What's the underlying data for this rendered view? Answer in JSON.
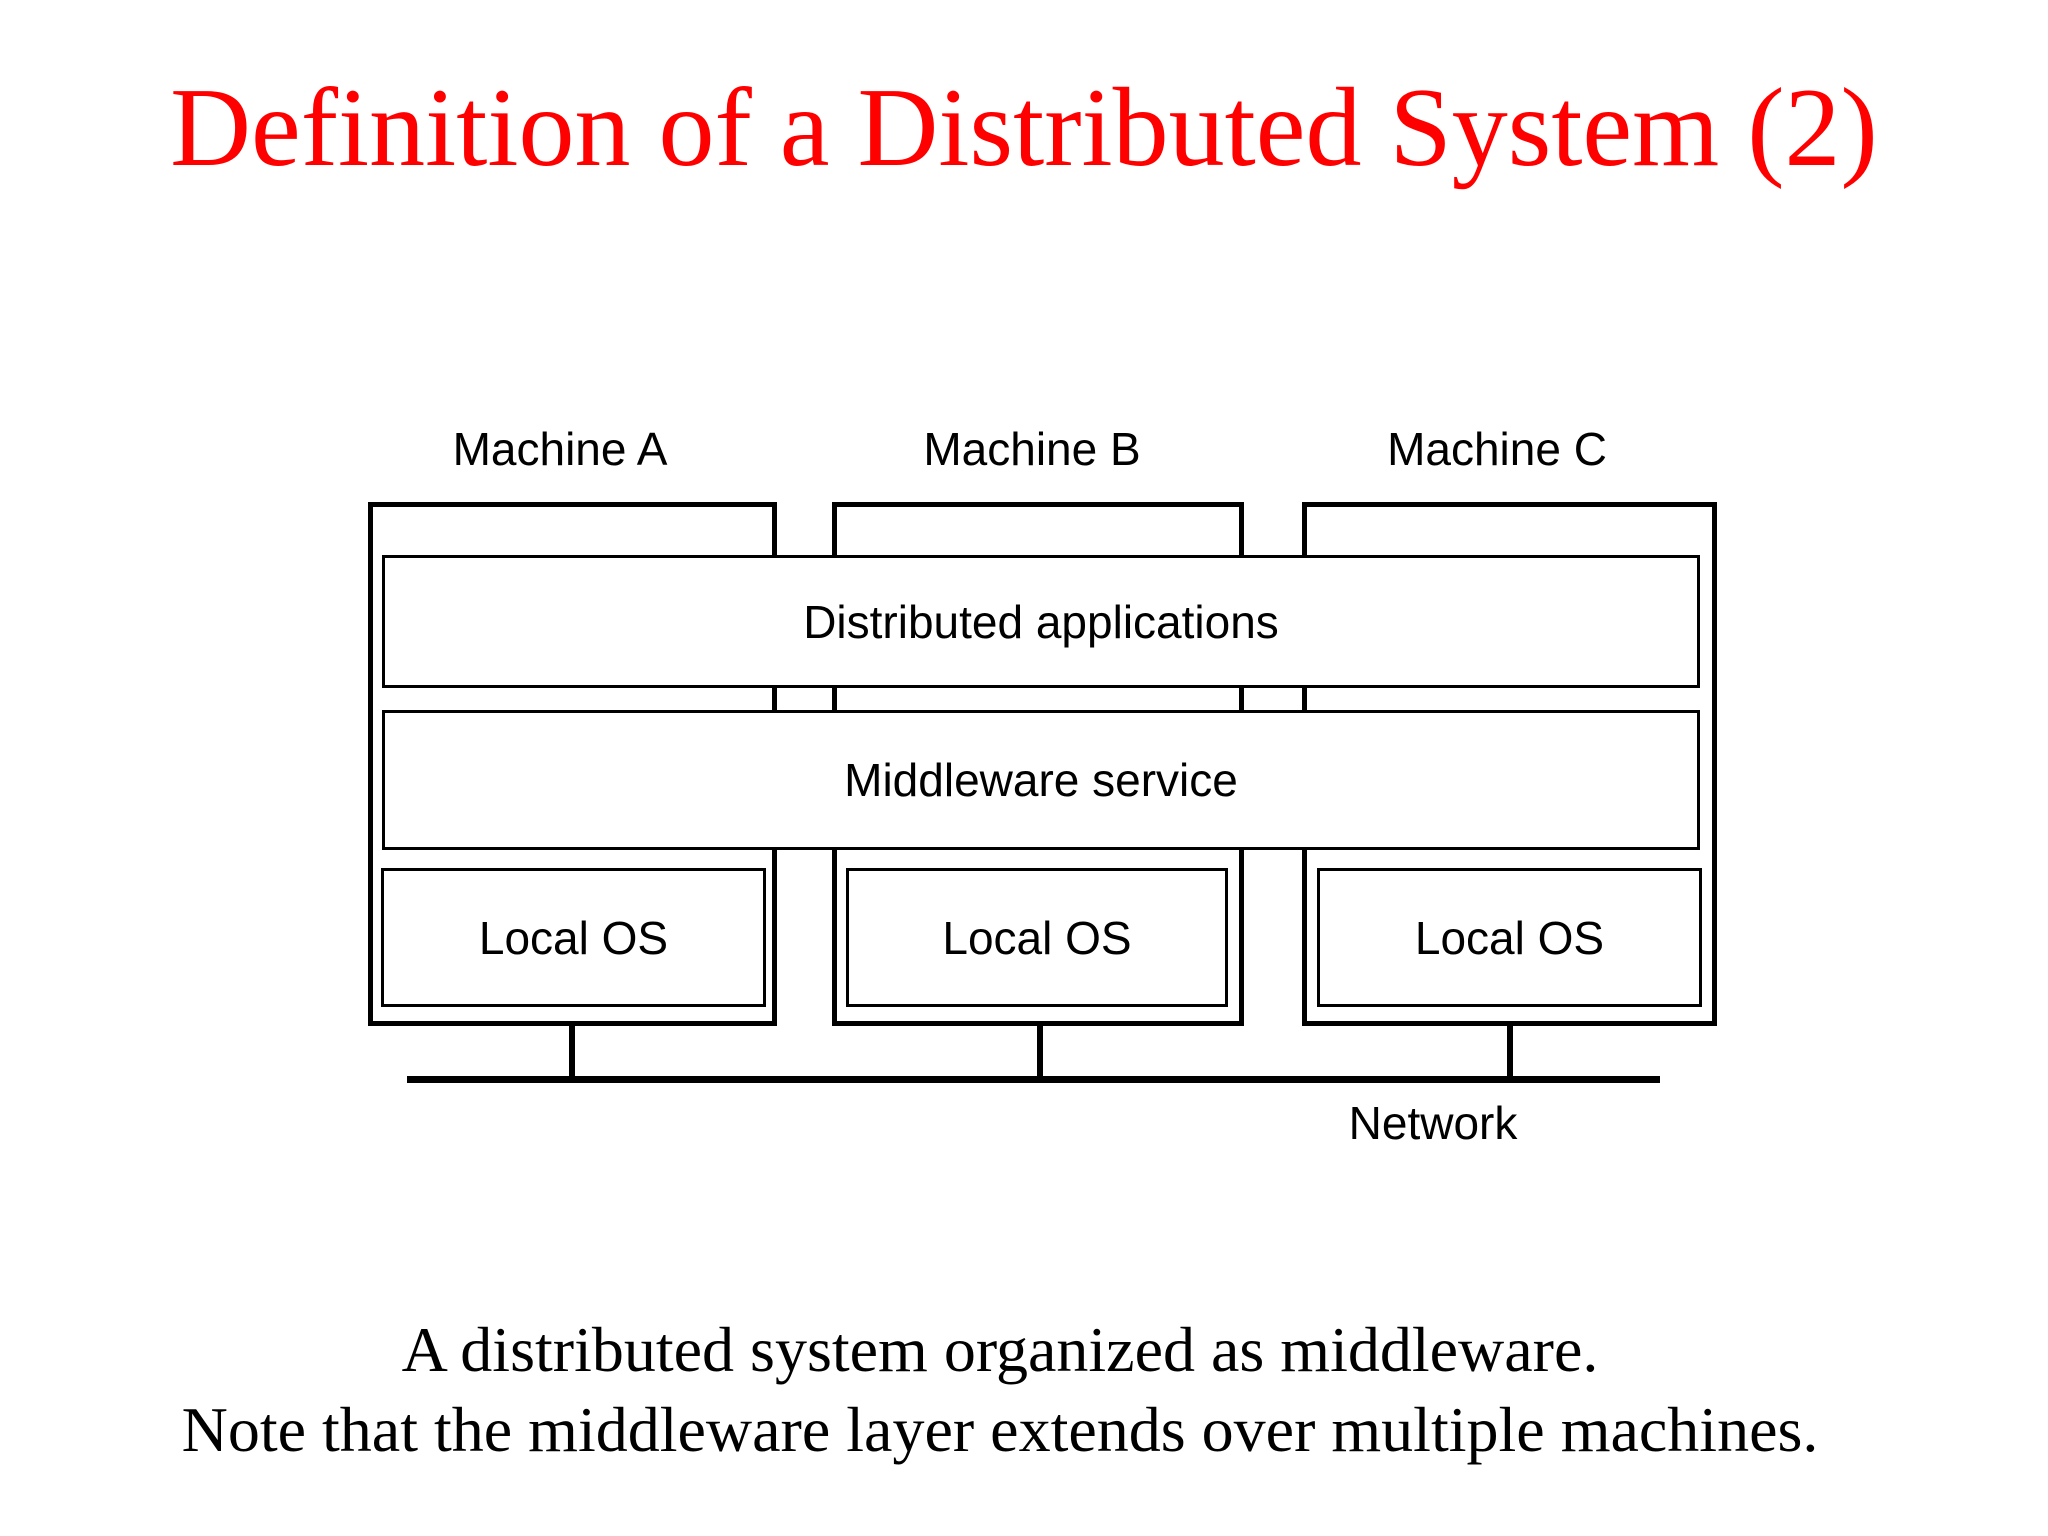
{
  "title": "Definition of a Distributed System (2)",
  "diagram": {
    "machines": [
      {
        "label": "Machine A",
        "os": "Local OS"
      },
      {
        "label": "Machine B",
        "os": "Local OS"
      },
      {
        "label": "Machine C",
        "os": "Local OS"
      }
    ],
    "layers": [
      {
        "label": "Distributed applications"
      },
      {
        "label": "Middleware service"
      }
    ],
    "network": {
      "label": "Network"
    }
  },
  "caption": {
    "line1": "A distributed system organized as middleware.",
    "line2": "Note that the middleware layer extends over multiple machines."
  },
  "colors": {
    "title_red": "#ff0000",
    "diagram_black": "#000000",
    "background": "#ffffff"
  }
}
